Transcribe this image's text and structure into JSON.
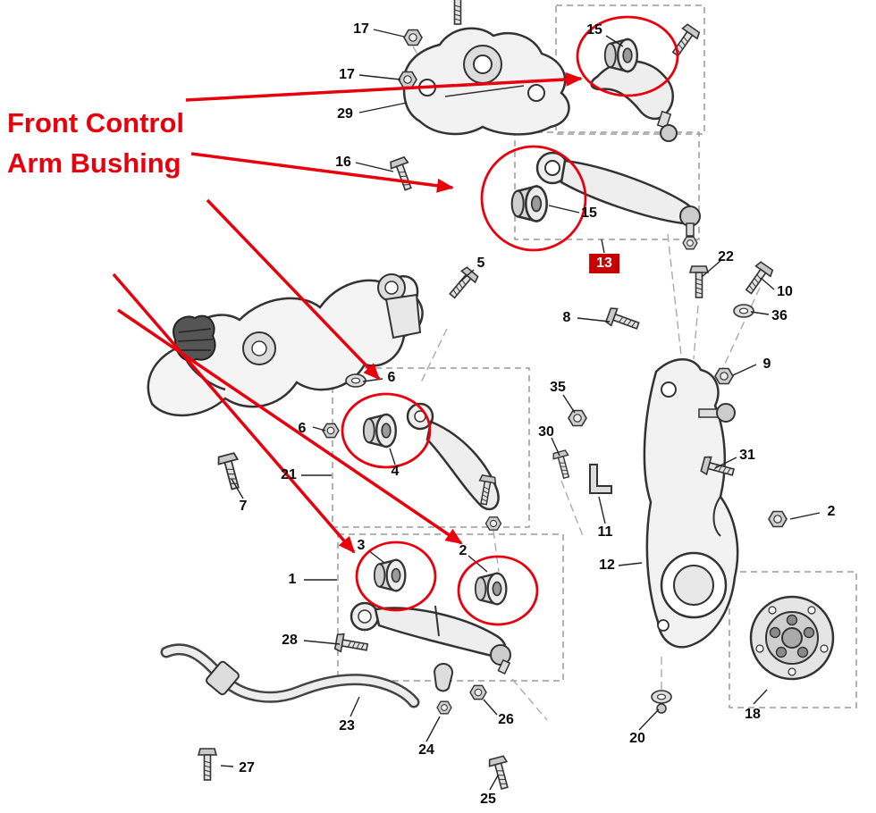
{
  "title": {
    "line1": "Front Control",
    "line2": "Arm Bushing"
  },
  "badge": {
    "label": "13"
  },
  "colors": {
    "annotation_red": "#e8000d",
    "badge_red": "#c70000",
    "line_art": "#333333"
  },
  "callouts": [
    {
      "label": "17"
    },
    {
      "label": "17"
    },
    {
      "label": "29"
    },
    {
      "label": "16"
    },
    {
      "label": "15"
    },
    {
      "label": "15"
    },
    {
      "label": "5"
    },
    {
      "label": "22"
    },
    {
      "label": "10"
    },
    {
      "label": "36"
    },
    {
      "label": "8"
    },
    {
      "label": "9"
    },
    {
      "label": "6"
    },
    {
      "label": "6"
    },
    {
      "label": "35"
    },
    {
      "label": "30"
    },
    {
      "label": "21"
    },
    {
      "label": "4"
    },
    {
      "label": "31"
    },
    {
      "label": "2"
    },
    {
      "label": "7"
    },
    {
      "label": "11"
    },
    {
      "label": "12"
    },
    {
      "label": "3"
    },
    {
      "label": "2"
    },
    {
      "label": "1"
    },
    {
      "label": "28"
    },
    {
      "label": "26"
    },
    {
      "label": "23"
    },
    {
      "label": "24"
    },
    {
      "label": "20"
    },
    {
      "label": "18"
    },
    {
      "label": "25"
    },
    {
      "label": "27"
    }
  ]
}
